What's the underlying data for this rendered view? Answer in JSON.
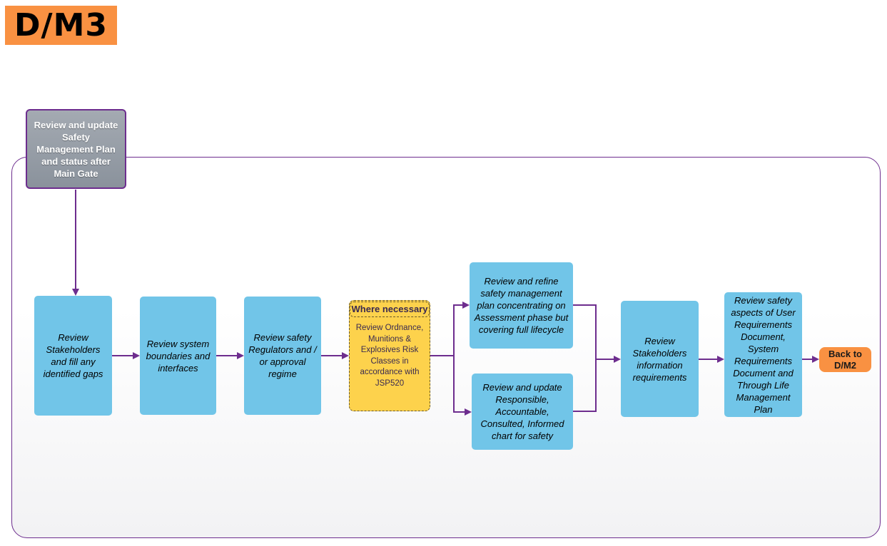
{
  "page": {
    "title": "D/M3"
  },
  "start": {
    "label": "Review and update Safety Management Plan and status after Main Gate"
  },
  "steps": [
    {
      "id": "review-stakeholders",
      "label": "Review Stakeholders and fill any identified gaps"
    },
    {
      "id": "review-system-boundaries",
      "label": "Review system boundaries and interfaces"
    },
    {
      "id": "review-safety-regulators",
      "label": "Review safety Regulators and / or approval regime"
    },
    {
      "id": "refine-safety-plan",
      "label": "Review and refine safety management plan concentrating on Assessment phase but covering full lifecycle"
    },
    {
      "id": "update-raci",
      "label": "Review and update Responsible, Accountable, Consulted, Informed chart for safety"
    },
    {
      "id": "stakeholder-info-requirements",
      "label": "Review Stakeholders information requirements"
    },
    {
      "id": "review-requirement-docs",
      "label": "Review safety aspects of User Requirements Document, System Requirements Document and Through Life Management Plan"
    }
  ],
  "optional_step": {
    "title": "Where necessary",
    "body": "Review Ordnance, Munitions & Explosives Risk Classes in accordance with JSP520"
  },
  "end": {
    "label": "Back to D/M2"
  },
  "colors": {
    "title_badge": "#f99142",
    "step_fill": "#71c5e8",
    "start_fill": "#8f97a1",
    "optional_fill": "#fdd24c",
    "end_fill": "#f99142",
    "connector": "#6d2d8e",
    "frame_border": "#6d2d8e"
  }
}
